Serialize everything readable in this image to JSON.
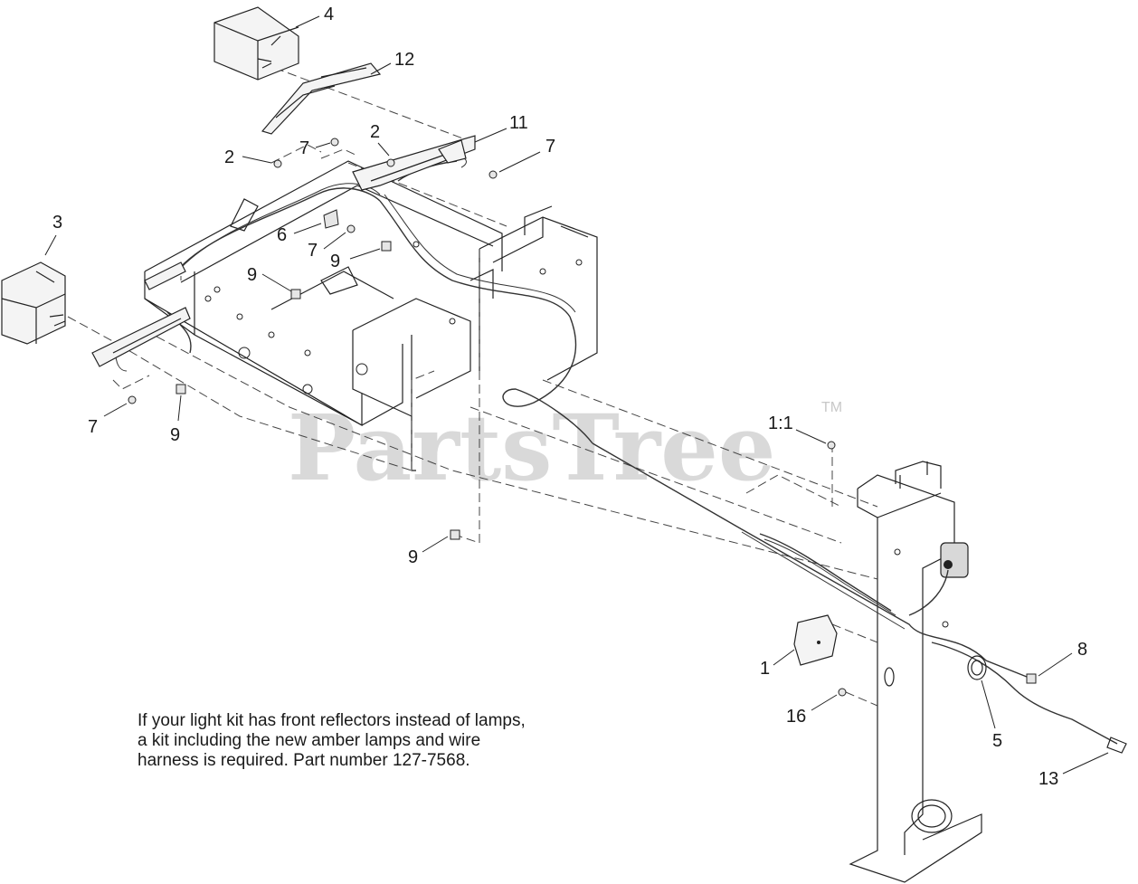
{
  "diagram": {
    "watermark": "PartsTree",
    "watermark_mark": "TM",
    "note_lines": [
      "If your light kit has front reflectors instead of lamps,",
      "a kit including the new amber lamps and wire",
      "harness is required. Part number 127-7568."
    ],
    "callouts": [
      {
        "id": "c4",
        "label": "4"
      },
      {
        "id": "c12",
        "label": "12"
      },
      {
        "id": "c2a",
        "label": "2"
      },
      {
        "id": "c2b",
        "label": "2"
      },
      {
        "id": "c7a",
        "label": "7"
      },
      {
        "id": "c11",
        "label": "11"
      },
      {
        "id": "c7b",
        "label": "7"
      },
      {
        "id": "c3",
        "label": "3"
      },
      {
        "id": "c6",
        "label": "6"
      },
      {
        "id": "c7c",
        "label": "7"
      },
      {
        "id": "c9a",
        "label": "9"
      },
      {
        "id": "c9b",
        "label": "9"
      },
      {
        "id": "c7d",
        "label": "7"
      },
      {
        "id": "c9c",
        "label": "9"
      },
      {
        "id": "c1_1",
        "label": "1:1"
      },
      {
        "id": "c9d",
        "label": "9"
      },
      {
        "id": "c8",
        "label": "8"
      },
      {
        "id": "c1",
        "label": "1"
      },
      {
        "id": "c16",
        "label": "16"
      },
      {
        "id": "c5",
        "label": "5"
      },
      {
        "id": "c13",
        "label": "13"
      }
    ]
  }
}
